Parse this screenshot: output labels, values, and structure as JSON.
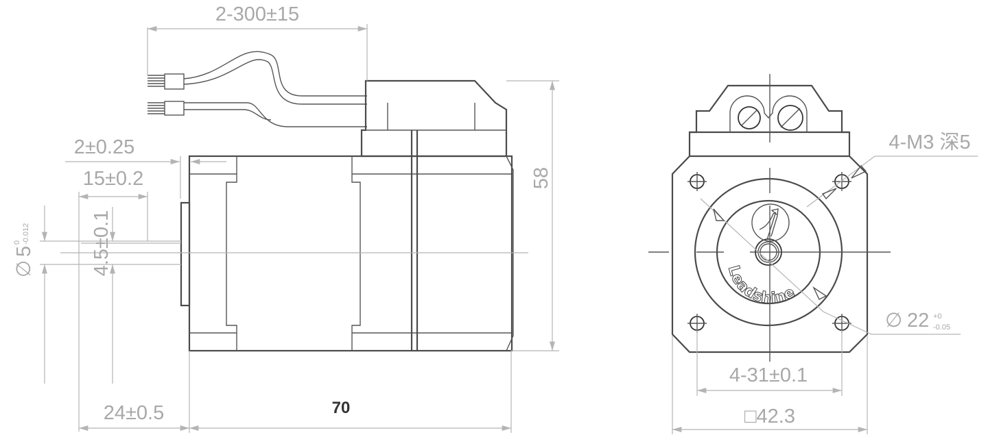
{
  "side_view": {
    "cable_length": "2-300±15",
    "height": "58",
    "body_length": "70",
    "shaft_length": "24±0.5",
    "flange_step": "2±0.25",
    "flat_length": "15±0.2",
    "shaft_diameter": {
      "symbol": "∅",
      "value": "5",
      "upper_tol": "0",
      "lower_tol": "-0.012"
    },
    "flat_depth": "4.5±0.1"
  },
  "front_view": {
    "mounting_holes": "4-M3 深5",
    "pilot_diameter": {
      "symbol": "∅",
      "value": "22",
      "upper_tol": "+0",
      "lower_tol": "-0.05"
    },
    "hole_spacing": "4-31±0.1",
    "flange_size": "□42.3",
    "logo": "Leadshine"
  }
}
